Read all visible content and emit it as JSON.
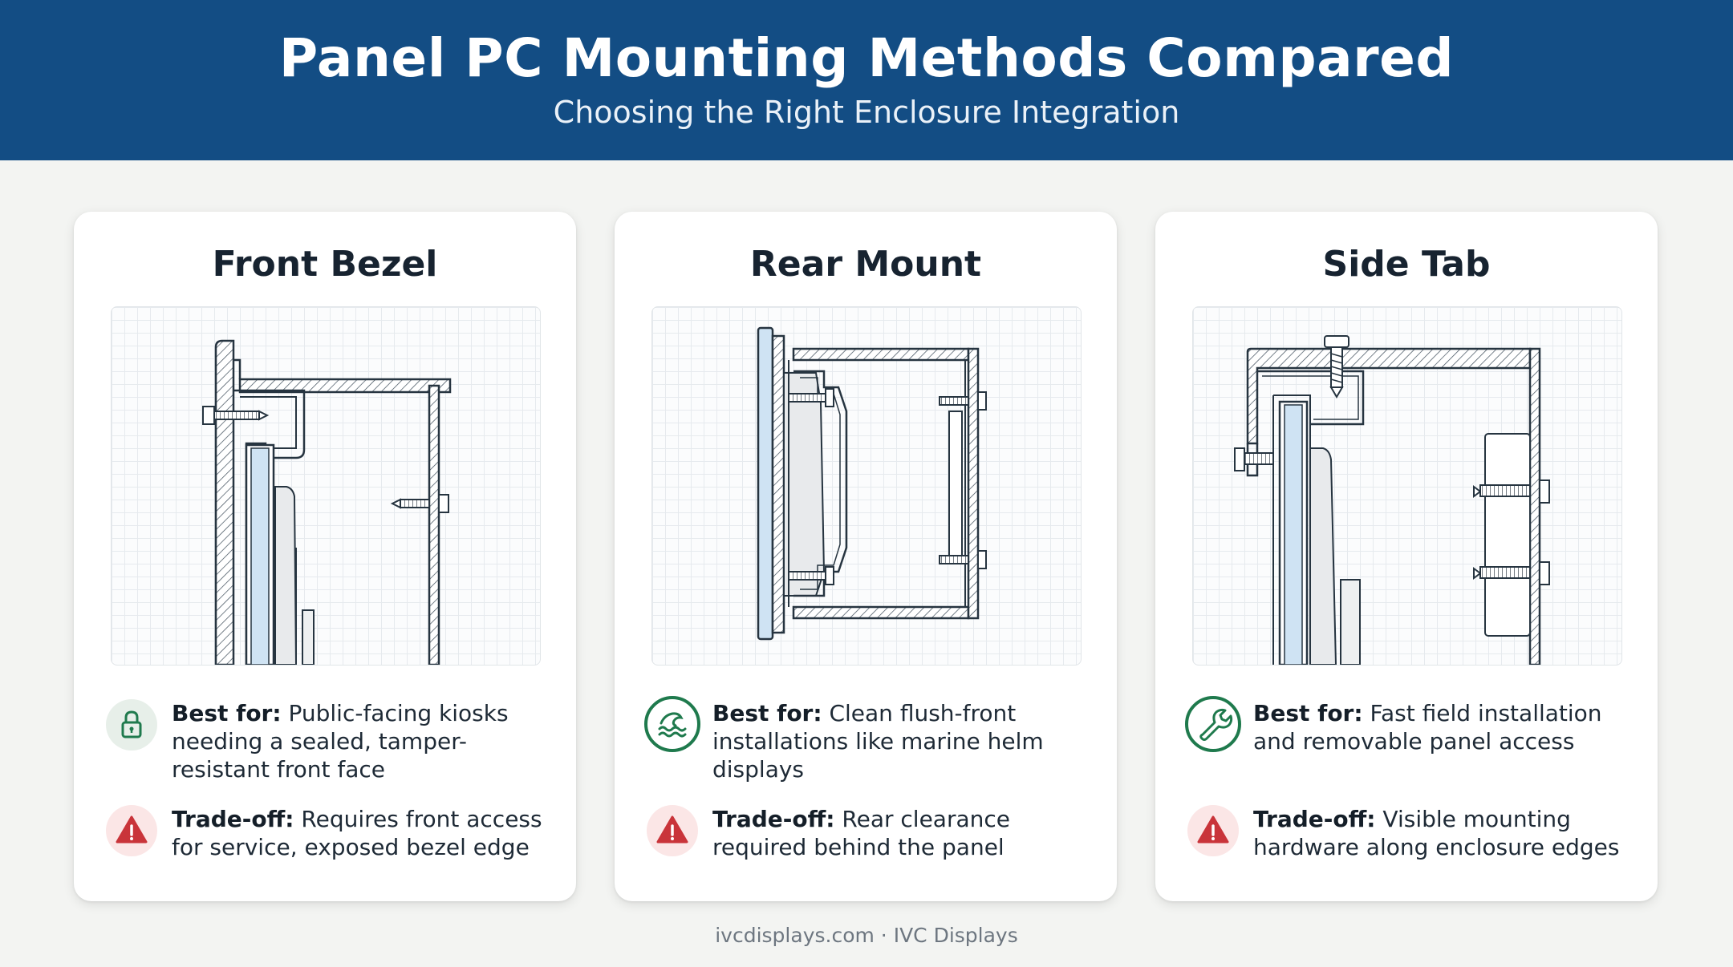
{
  "header": {
    "title": "Panel PC Mounting Methods Compared",
    "subtitle": "Choosing the Right Enclosure Integration"
  },
  "cards": [
    {
      "title": "Front Bezel",
      "best_for_label": "Best for:",
      "best_for_text": "Public-facing kiosks needing a sealed, tamper-resistant front face",
      "tradeoff_label": "Trade-off:",
      "tradeoff_text": "Requires front access for service, exposed bezel edge",
      "best_icon": "lock-icon",
      "tradeoff_icon": "warning-icon"
    },
    {
      "title": "Rear Mount",
      "best_for_label": "Best for:",
      "best_for_text": "Clean flush-front installations like marine helm displays",
      "tradeoff_label": "Trade-off:",
      "tradeoff_text": "Rear clearance required behind the panel",
      "best_icon": "wave-icon",
      "tradeoff_icon": "warning-icon"
    },
    {
      "title": "Side Tab",
      "best_for_label": "Best for:",
      "best_for_text": "Fast field installation and removable panel access",
      "tradeoff_label": "Trade-off:",
      "tradeoff_text": "Visible mounting hardware along enclosure edges",
      "best_icon": "wrench-icon",
      "tradeoff_icon": "warning-icon"
    }
  ],
  "footer": "ivcdisplays.com · IVC Displays",
  "colors": {
    "header_bg": "#134d84",
    "green": "#1f7a4d",
    "red": "#c9343a",
    "glass": "#cfe3f3"
  }
}
